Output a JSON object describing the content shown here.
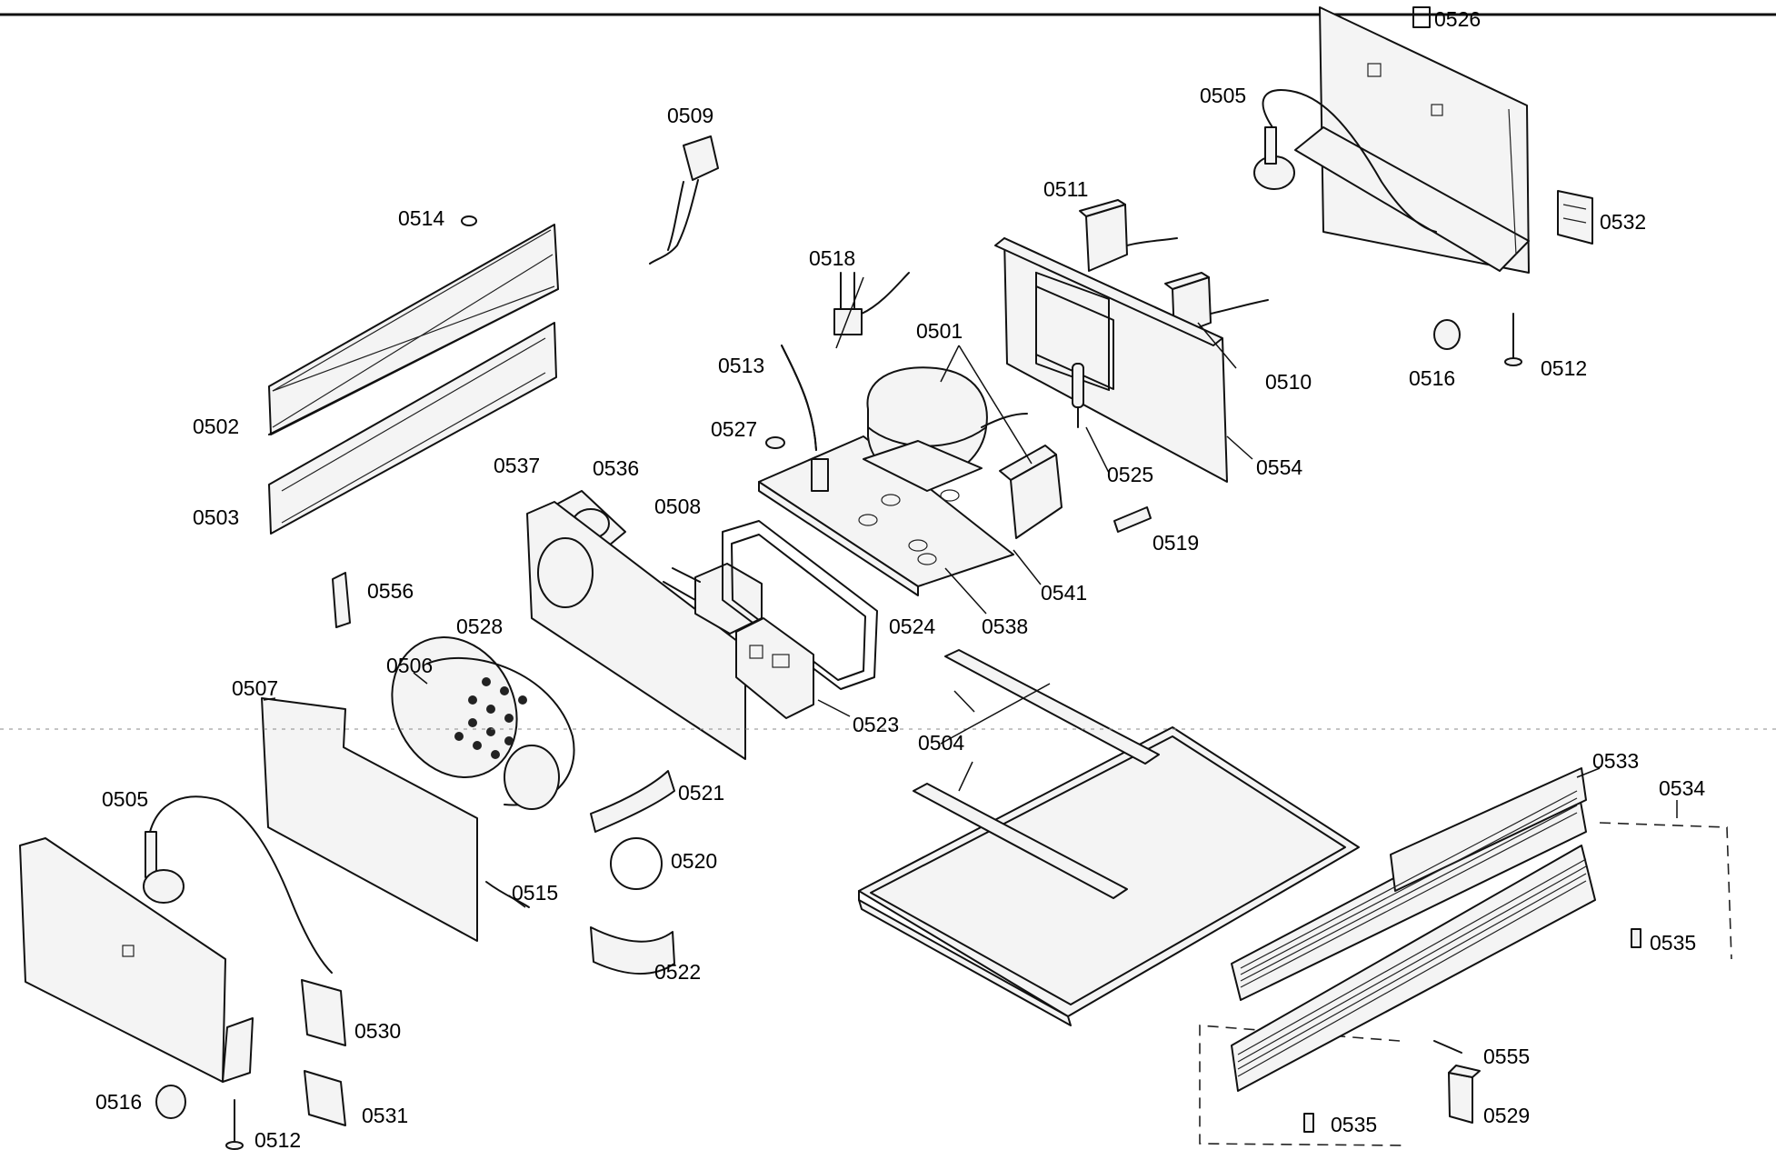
{
  "parts": {
    "p0526": "0526",
    "p0509": "0509",
    "p0505_top": "0505",
    "p0532": "0532",
    "p0514": "0514",
    "p0511": "0511",
    "p0518": "0518",
    "p0501": "0501",
    "p0510": "0510",
    "p0516_top": "0516",
    "p0512_top": "0512",
    "p0513": "0513",
    "p0502": "0502",
    "p0527": "0527",
    "p0525": "0525",
    "p0554": "0554",
    "p0537": "0537",
    "p0536": "0536",
    "p0508": "0508",
    "p0503": "0503",
    "p0519": "0519",
    "p0541": "0541",
    "p0556": "0556",
    "p0528": "0528",
    "p0524": "0524",
    "p0538": "0538",
    "p0506": "0506",
    "p0507": "0507",
    "p0523": "0523",
    "p0504": "0504",
    "p0533": "0533",
    "p0534": "0534",
    "p0521": "0521",
    "p0505_bottom": "0505",
    "p0520": "0520",
    "p0515": "0515",
    "p0535_right": "0535",
    "p0522": "0522",
    "p0530": "0530",
    "p0555": "0555",
    "p0531": "0531",
    "p0529": "0529",
    "p0535_bottom": "0535",
    "p0516_bottom": "0516",
    "p0512_bottom": "0512"
  }
}
